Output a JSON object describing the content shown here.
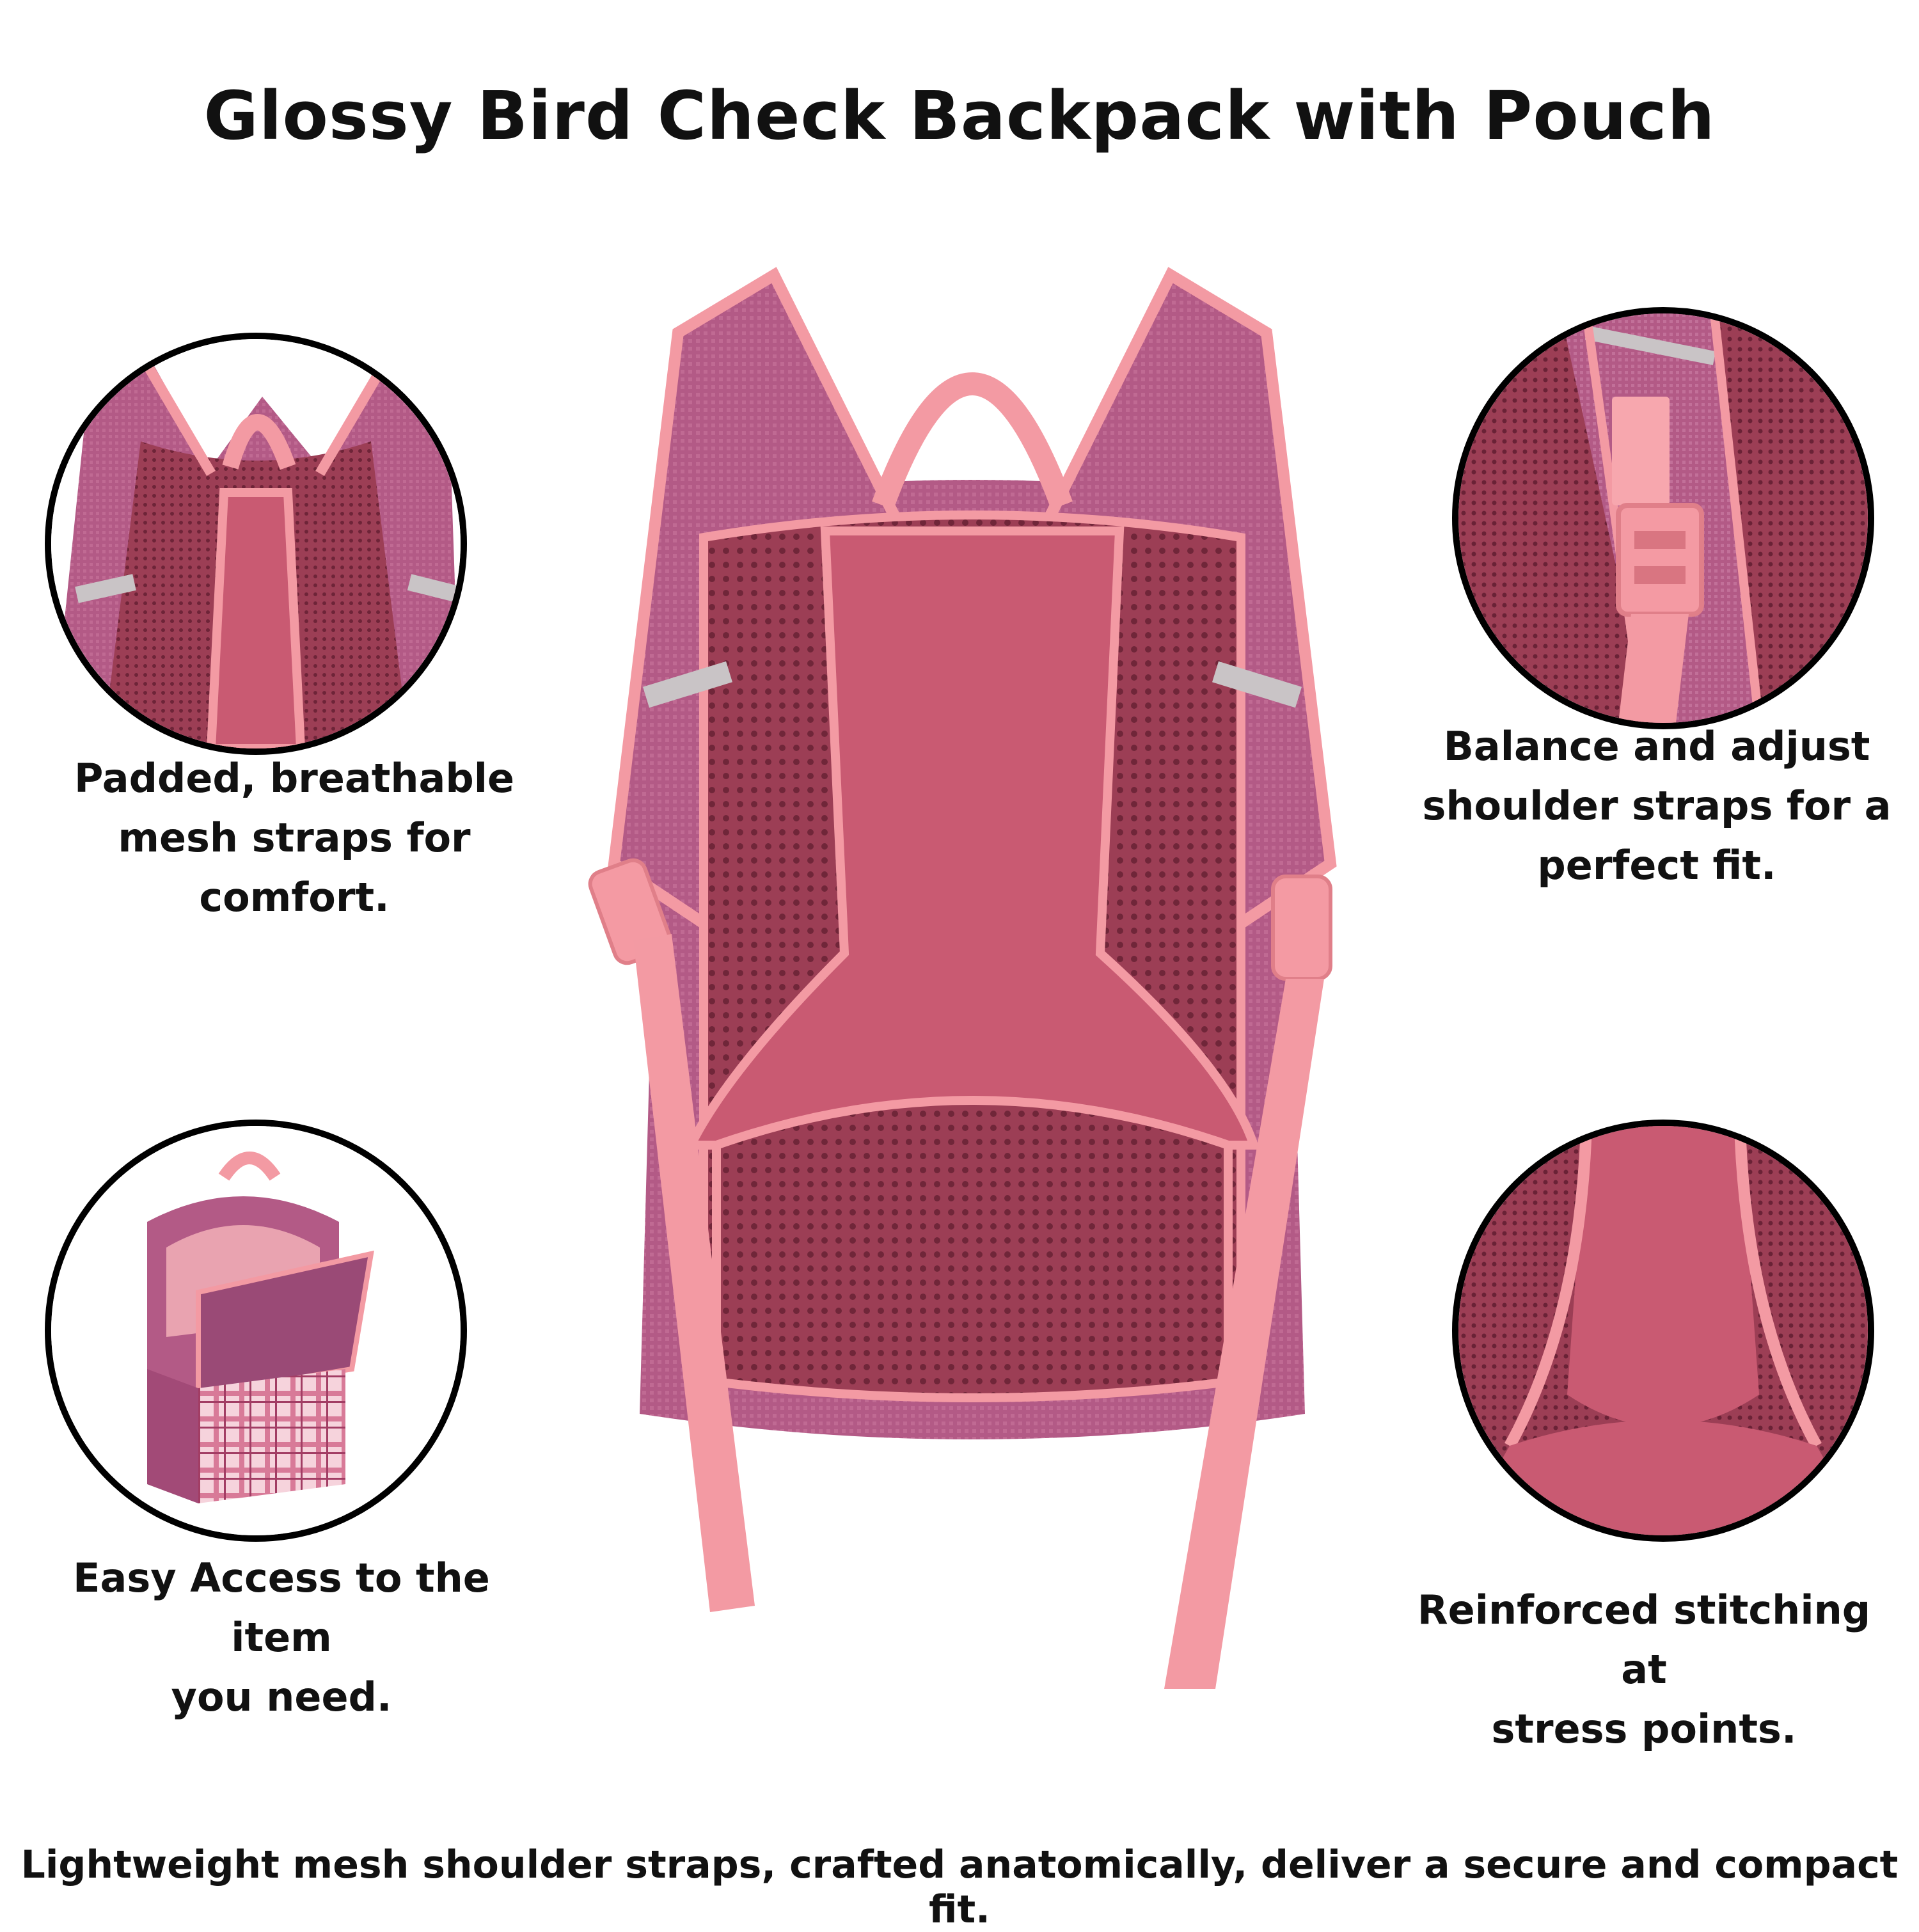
{
  "title": "Glossy Bird Check Backpack with Pouch",
  "features": [
    {
      "caption_lines": [
        "Padded, breathable",
        "mesh straps for comfort."
      ]
    },
    {
      "caption_lines": [
        "Balance and adjust",
        "shoulder straps for a",
        "perfect fit."
      ]
    },
    {
      "caption_lines": [
        "Easy Access to the item",
        "you need."
      ]
    },
    {
      "caption_lines": [
        "Reinforced stitching at",
        "stress points."
      ]
    }
  ],
  "footer": "Lightweight mesh shoulder straps, crafted anatomically, deliver a secure and compact fit.",
  "colors": {
    "trim_pink": "#f39aa3",
    "strap_purple": "#b35a86",
    "mesh_maroon": "#9c3e55",
    "panel_rose": "#c95a72",
    "reflective_grey": "#c9c4c6"
  },
  "icons": [
    "backpack-back-image",
    "shoulder-strap-detail-image",
    "strap-buckle-detail-image",
    "open-compartment-image",
    "stitching-detail-image"
  ]
}
